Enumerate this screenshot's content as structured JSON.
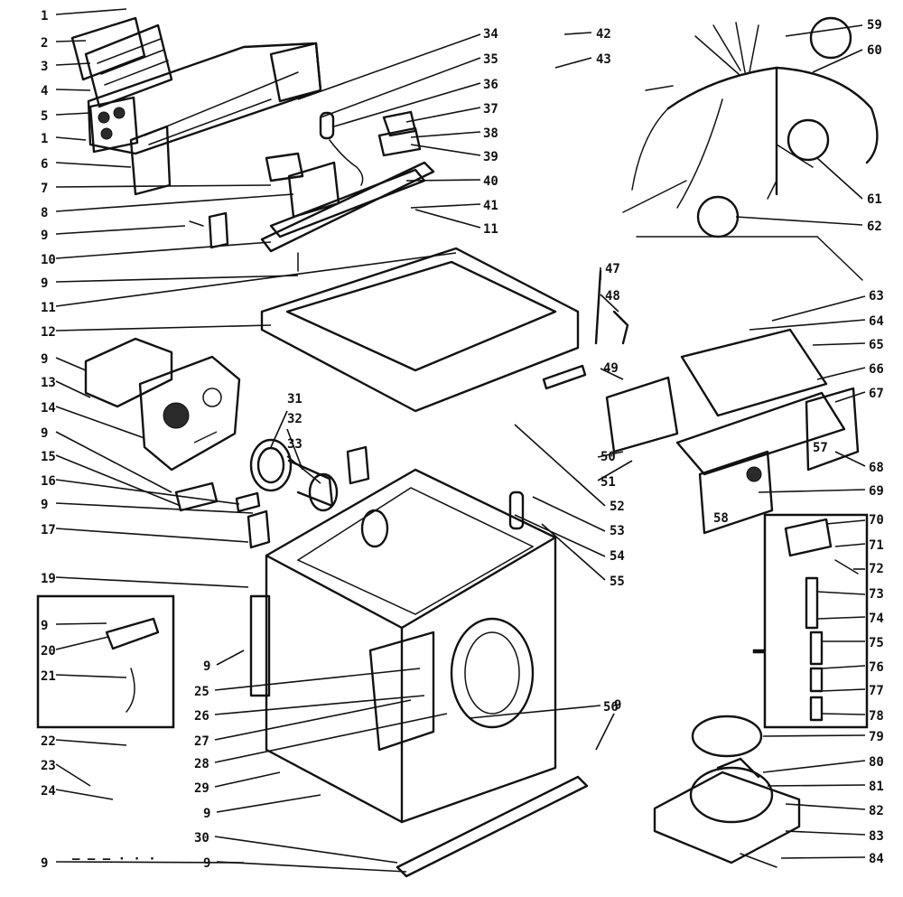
{
  "diagram": {
    "callouts": [
      "1",
      "2",
      "3",
      "4",
      "5",
      "1",
      "6",
      "7",
      "8",
      "9",
      "10",
      "9",
      "11",
      "12",
      "9",
      "13",
      "14",
      "9",
      "15",
      "16",
      "9",
      "17",
      "19",
      "9",
      "20",
      "21",
      "9",
      "25",
      "26",
      "27",
      "28",
      "29",
      "9",
      "30",
      "9",
      "22",
      "23",
      "24",
      "31",
      "32",
      "33",
      "34",
      "35",
      "36",
      "37",
      "38",
      "39",
      "40",
      "41",
      "11",
      "42",
      "43",
      "59",
      "60",
      "61",
      "62",
      "47",
      "48",
      "49",
      "50",
      "51",
      "52",
      "53",
      "54",
      "55",
      "56",
      "63",
      "64",
      "65",
      "66",
      "67",
      "68",
      "69",
      "57",
      "58",
      "70",
      "71",
      "72",
      "73",
      "74",
      "75",
      "76",
      "77",
      "78",
      "79",
      "80",
      "81",
      "82",
      "83",
      "84",
      "9",
      "9"
    ],
    "inset_labels": {
      "a": "58",
      "b": "57"
    },
    "footer": "— — — · · ·"
  }
}
